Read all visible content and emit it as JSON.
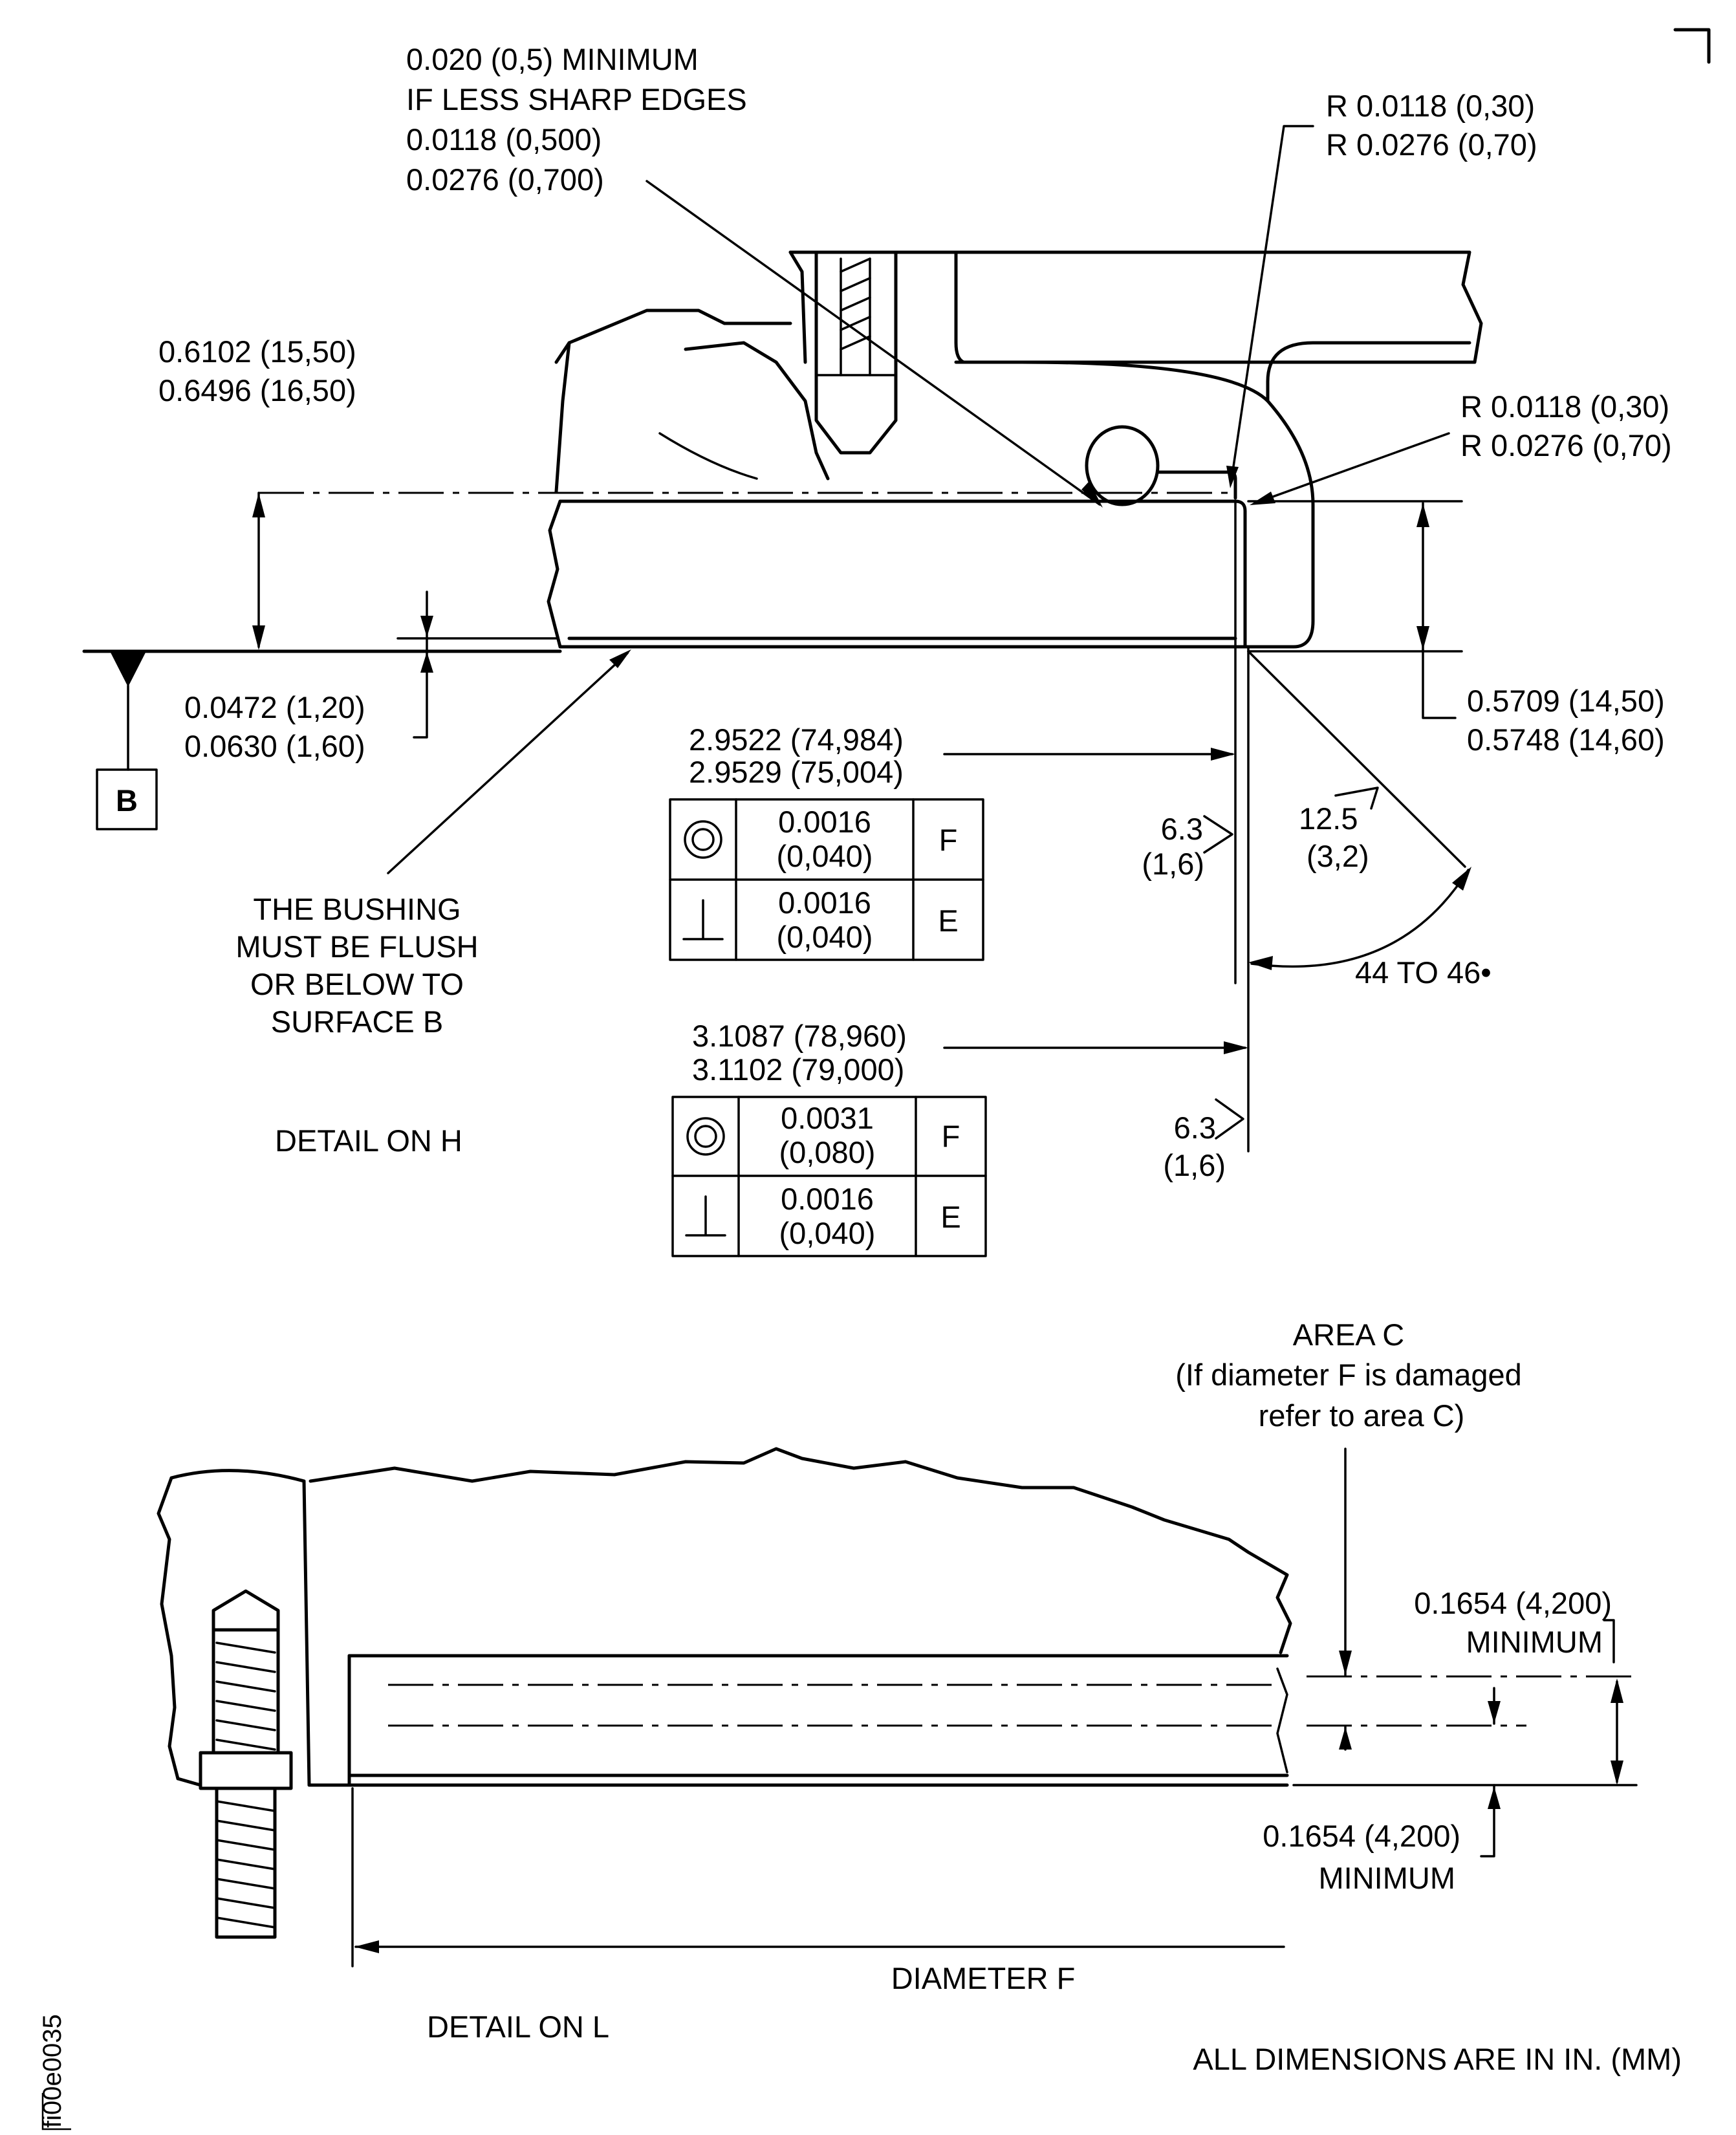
{
  "figure_id": "fi00e0035",
  "footer_note": "ALL DIMENSIONS ARE IN IN. (MM)",
  "detail_h": {
    "title": "DETAIL ON H",
    "edge_note": [
      "0.020 (0,5)  MINIMUM",
      "IF LESS SHARP EDGES",
      "0.0118 (0,500)",
      "0.0276 (0,700)"
    ],
    "radius_top": [
      "R 0.0118 (0,30)",
      "R 0.0276 (0,70)"
    ],
    "radius_right": [
      "R 0.0118 (0,30)",
      "R 0.0276 (0,70)"
    ],
    "height_dim": [
      "0.6102 (15,50)",
      "0.6496 (16,50)"
    ],
    "recess_dim": [
      "0.0472 (1,20)",
      "0.0630 (1,60)"
    ],
    "depth_dim": [
      "0.5709 (14,50)",
      "0.5748 (14,60)"
    ],
    "datum_label": "B",
    "bushing_note": [
      "THE BUSHING",
      "MUST BE FLUSH",
      "OR BELOW TO",
      "SURFACE B"
    ],
    "dia_upper": [
      "2.9522 (74,984)",
      "2.9529 (75,004)"
    ],
    "dia_lower": [
      "3.1087 (78,960)",
      "3.1102 (79,000)"
    ],
    "frame_upper": [
      {
        "symbol": "concentricity-icon",
        "value": [
          "0.0016",
          "(0,040)"
        ],
        "datum": "F"
      },
      {
        "symbol": "perpendicularity-icon",
        "value": [
          "0.0016",
          "(0,040)"
        ],
        "datum": "E"
      }
    ],
    "frame_lower": [
      {
        "symbol": "concentricity-icon",
        "value": [
          "0.0031",
          "(0,080)"
        ],
        "datum": "F"
      },
      {
        "symbol": "perpendicularity-icon",
        "value": [
          "0.0016",
          "(0,040)"
        ],
        "datum": "E"
      }
    ],
    "finish_1": [
      "6.3",
      "(1,6)"
    ],
    "finish_2": [
      "12.5",
      "(3,2)"
    ],
    "finish_3": [
      "6.3",
      "(1,6)"
    ],
    "angle": "44 TO 46•"
  },
  "detail_l": {
    "title": "DETAIL ON L",
    "area_note": [
      "AREA C",
      "(If diameter F is damaged",
      "refer to area C)"
    ],
    "min_top": [
      "0.1654 (4,200)",
      "MINIMUM"
    ],
    "min_bottom": [
      "0.1654 (4,200)",
      "MINIMUM"
    ],
    "diameter_label": "DIAMETER F"
  }
}
